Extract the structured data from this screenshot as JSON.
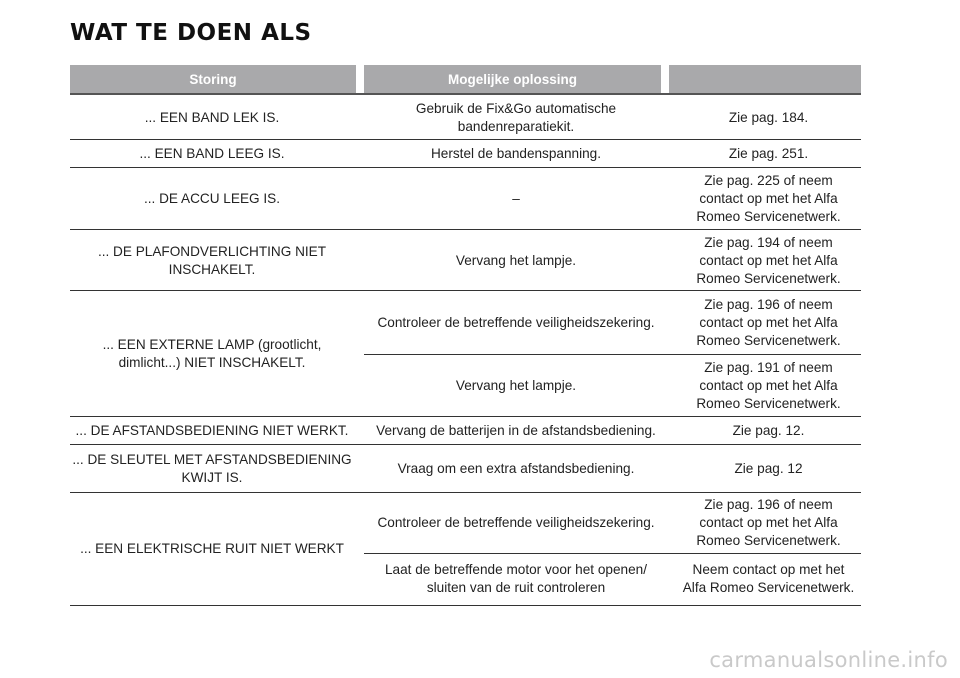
{
  "title": "WAT TE DOEN ALS",
  "headers": {
    "storing": "Storing",
    "oplossing": "Mogelijke oplossing",
    "ref": ""
  },
  "rows": [
    {
      "storing": "... EEN BAND LEK IS.",
      "oplossing": "Gebruik de Fix&Go automatische\nbandenreparatiekit.",
      "ref": "Zie pag. 184."
    },
    {
      "storing": "... EEN BAND LEEG IS.",
      "oplossing": "Herstel de bandenspanning.",
      "ref": "Zie pag. 251."
    },
    {
      "storing": "... DE ACCU LEEG IS.",
      "oplossing": "–",
      "ref": "Zie pag. 225 of neem\ncontact op met het Alfa\nRomeo Servicenetwerk."
    },
    {
      "storing": "... DE PLAFONDVERLICHTING NIET\nINSCHAKELT.",
      "oplossing": "Vervang het lampje.",
      "ref": "Zie pag. 194 of neem\ncontact op met het Alfa\nRomeo Servicenetwerk."
    },
    {
      "storing": "... EEN EXTERNE LAMP (grootlicht,\ndimlicht...) NIET INSCHAKELT.",
      "solutions": [
        {
          "oplossing": "Controleer de betreffende veiligheidszekering.",
          "ref": "Zie pag. 196 of neem\ncontact op met het Alfa\nRomeo Servicenetwerk."
        },
        {
          "oplossing": "Vervang het lampje.",
          "ref": "Zie pag. 191 of neem\ncontact op met het Alfa\nRomeo Servicenetwerk."
        }
      ]
    },
    {
      "storing": "... DE AFSTANDSBEDIENING NIET WERKT.",
      "oplossing": "Vervang de batterijen in de afstandsbediening.",
      "ref": "Zie pag. 12."
    },
    {
      "storing": "... DE SLEUTEL MET AFSTANDSBEDIENING\nKWIJT IS.",
      "oplossing": "Vraag om een extra afstandsbediening.",
      "ref": "Zie pag. 12"
    },
    {
      "storing": "... EEN ELEKTRISCHE RUIT NIET WERKT",
      "solutions": [
        {
          "oplossing": "Controleer de betreffende veiligheidszekering.",
          "ref": "Zie pag. 196 of neem\ncontact op met het Alfa\nRomeo Servicenetwerk."
        },
        {
          "oplossing": "Laat de betreffende motor voor het openen/\nsluiten van de ruit controleren",
          "ref": "Neem contact op met het\nAlfa Romeo Servicenetwerk."
        }
      ]
    }
  ],
  "watermark": "carmanualsonline.info"
}
